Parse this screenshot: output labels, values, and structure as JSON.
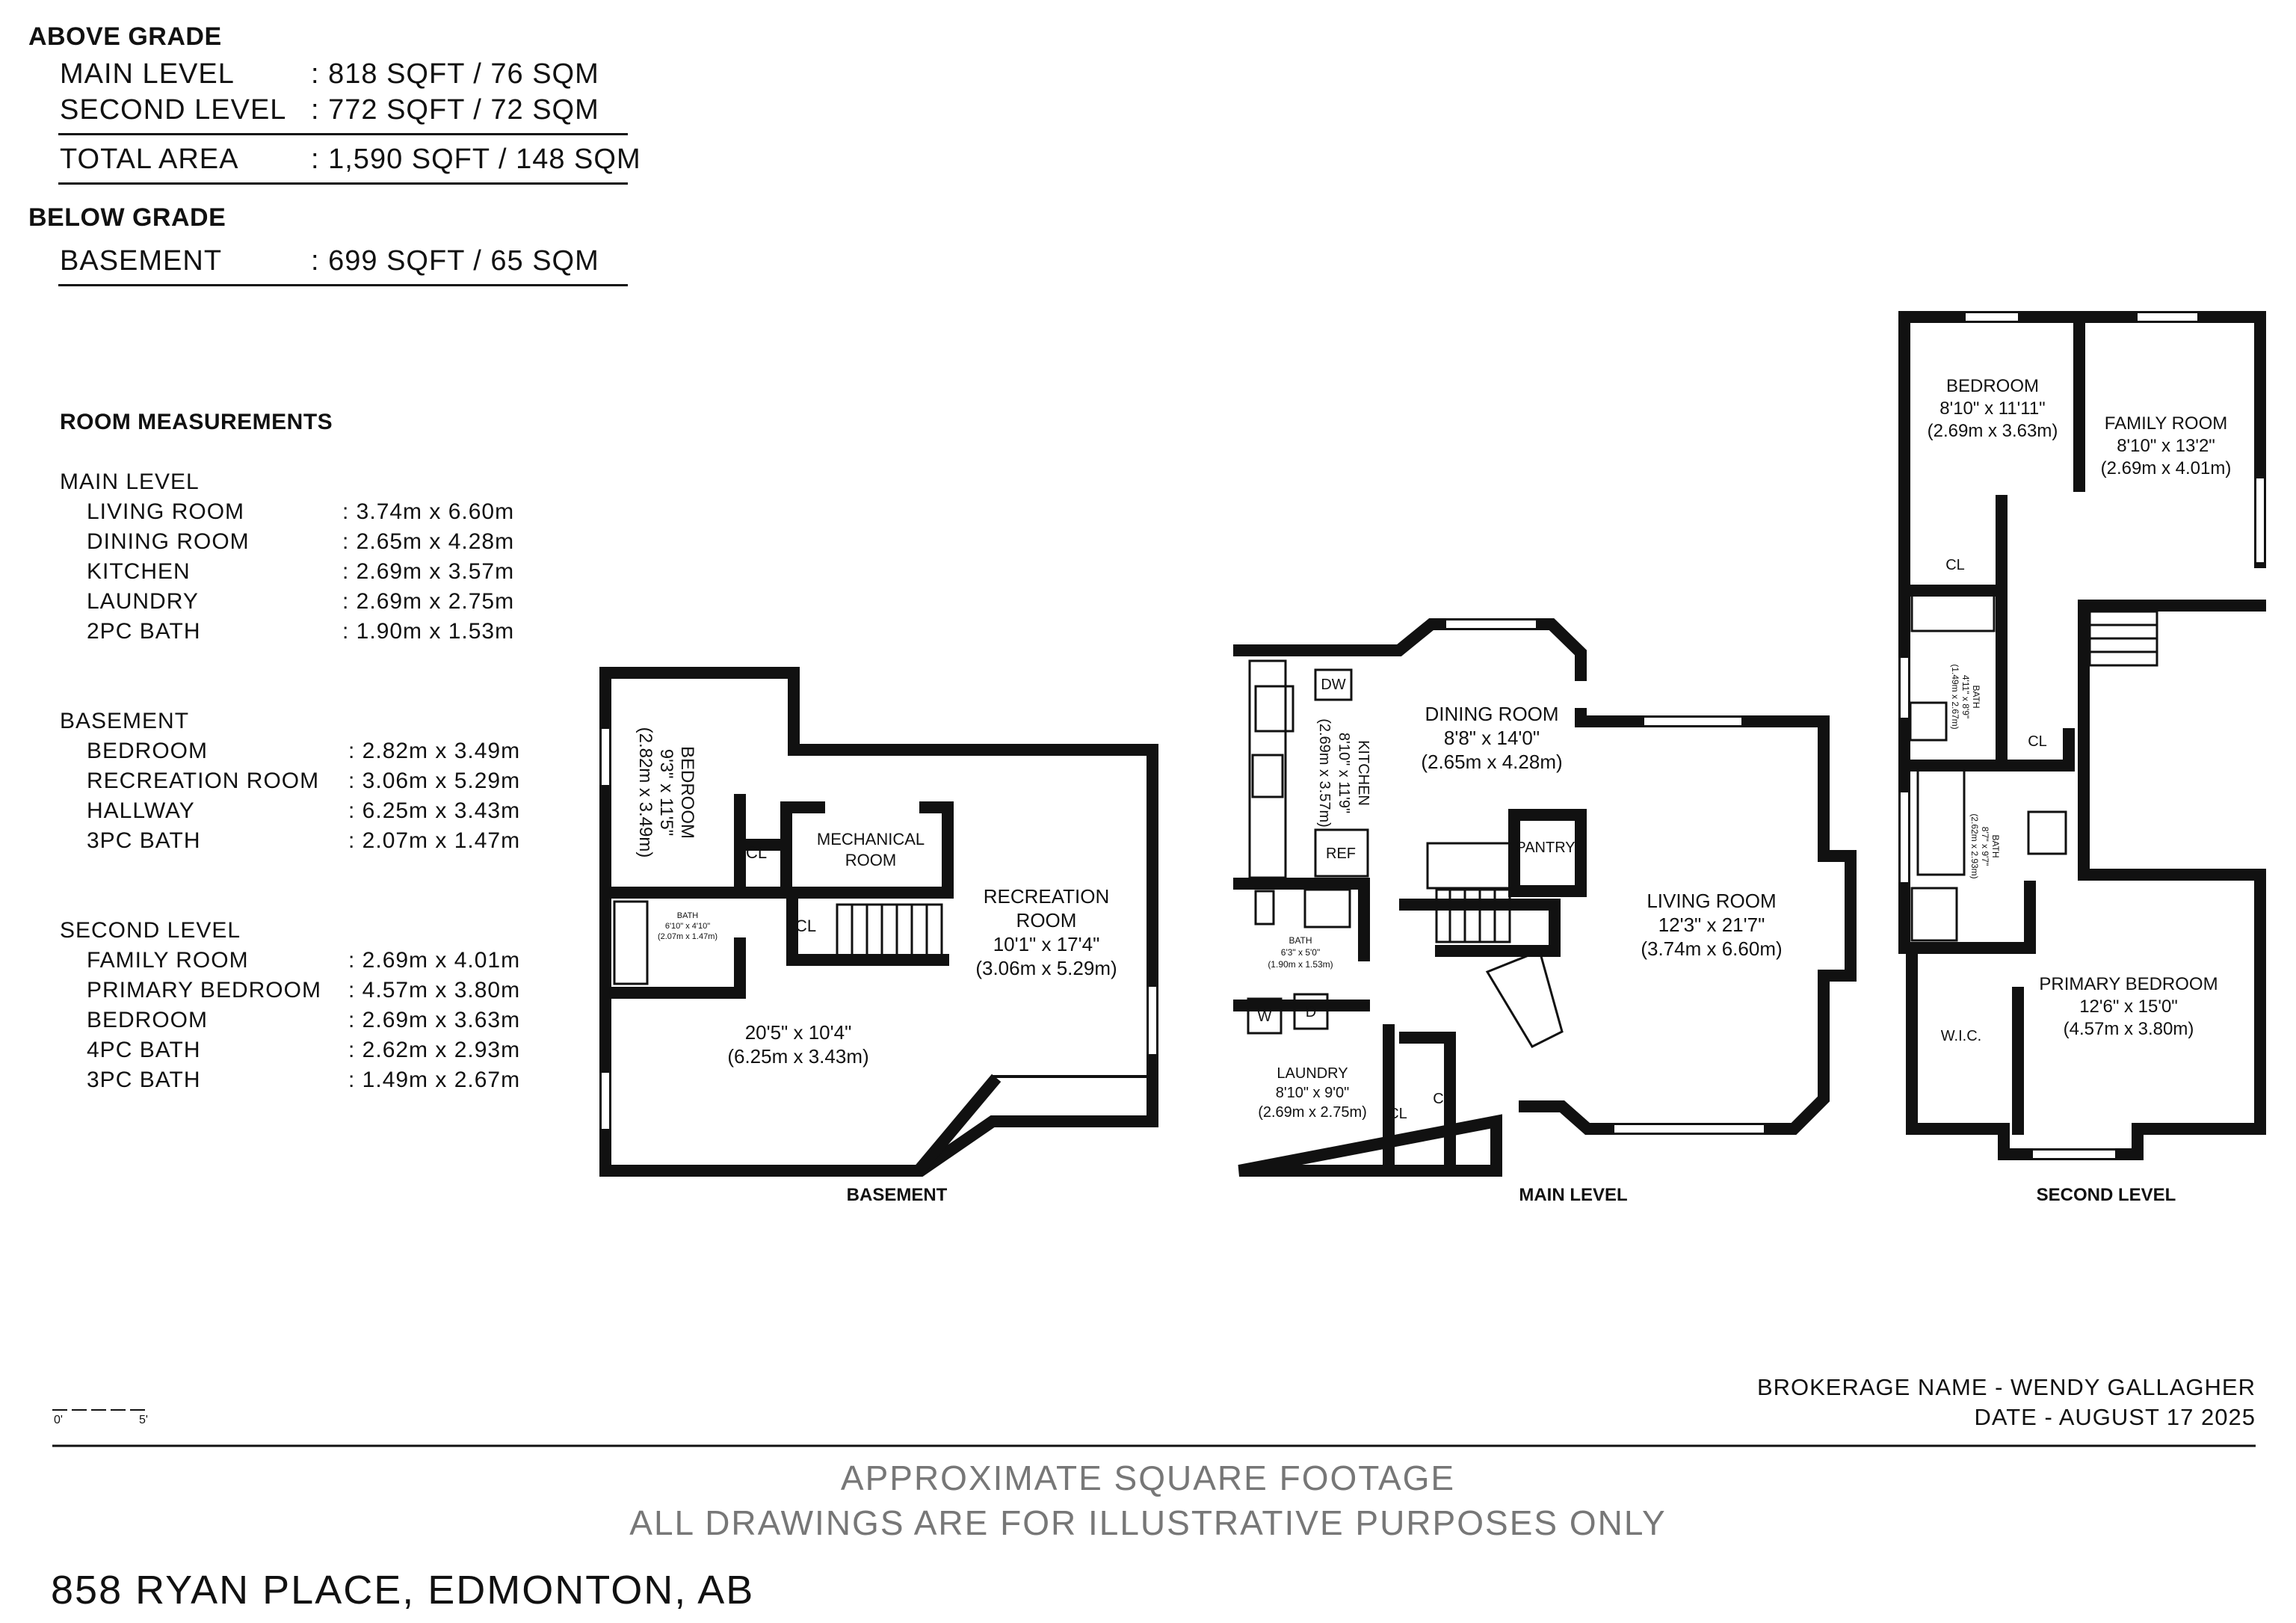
{
  "above_grade": {
    "heading": "ABOVE GRADE",
    "rows": [
      {
        "label": "MAIN LEVEL",
        "value": ": 818 SQFT / 76 SQM"
      },
      {
        "label": "SECOND LEVEL",
        "value": ": 772 SQFT / 72 SQM"
      }
    ],
    "total": {
      "label": "TOTAL AREA",
      "value": ": 1,590 SQFT / 148 SQM"
    }
  },
  "below_grade": {
    "heading": "BELOW GRADE",
    "rows": [
      {
        "label": "BASEMENT",
        "value": ": 699 SQFT / 65 SQM"
      }
    ]
  },
  "room_measurements": {
    "heading": "ROOM MEASUREMENTS",
    "groups": [
      {
        "level": "MAIN LEVEL",
        "rooms": [
          {
            "name": "LIVING ROOM",
            "size": ": 3.74m x 6.60m"
          },
          {
            "name": "DINING ROOM",
            "size": ": 2.65m x 4.28m"
          },
          {
            "name": "KITCHEN",
            "size": ": 2.69m x 3.57m"
          },
          {
            "name": "LAUNDRY",
            "size": ": 2.69m x 2.75m"
          },
          {
            "name": "2PC BATH",
            "size": ": 1.90m x 1.53m"
          }
        ]
      },
      {
        "level": "BASEMENT",
        "rooms": [
          {
            "name": "BEDROOM",
            "size": ": 2.82m x 3.49m"
          },
          {
            "name": "RECREATION ROOM",
            "size": ": 3.06m x 5.29m"
          },
          {
            "name": "HALLWAY",
            "size": ": 6.25m x 3.43m"
          },
          {
            "name": "3PC BATH",
            "size": ": 2.07m x 1.47m"
          }
        ]
      },
      {
        "level": "SECOND LEVEL",
        "rooms": [
          {
            "name": "FAMILY ROOM",
            "size": ": 2.69m x 4.01m"
          },
          {
            "name": "PRIMARY BEDROOM",
            "size": ": 4.57m x 3.80m"
          },
          {
            "name": "BEDROOM",
            "size": ": 2.69m x 3.63m"
          },
          {
            "name": "4PC BATH",
            "size": ": 2.62m x 2.93m"
          },
          {
            "name": "3PC BATH",
            "size": ": 1.49m x 2.67m"
          }
        ]
      }
    ]
  },
  "plans": {
    "basement": {
      "title": "BASEMENT",
      "bedroom": {
        "name": "BEDROOM",
        "dim": "9'3\" x 11'5\"",
        "metric": "(2.82m x 3.49m)"
      },
      "mechanical": {
        "name": "MECHANICAL",
        "name2": "ROOM"
      },
      "recreation": {
        "name": "RECREATION",
        "name2": "ROOM",
        "dim": "10'1\" x 17'4\"",
        "metric": "(3.06m x 5.29m)"
      },
      "hallway": {
        "dim": "20'5\" x 10'4\"",
        "metric": "(6.25m x 3.43m)"
      },
      "bath": {
        "name": "BATH",
        "dim": "6'10\" x 4'10\"",
        "metric": "(2.07m x 1.47m)"
      },
      "closets": [
        "CL",
        "CL"
      ]
    },
    "main": {
      "title": "MAIN LEVEL",
      "dining": {
        "name": "DINING ROOM",
        "dim": "8'8\" x 14'0\"",
        "metric": "(2.65m x 4.28m)"
      },
      "kitchen": {
        "name": "KITCHEN",
        "dim": "8'10\" x 11'9\"",
        "metric": "(2.69m x 3.57m)"
      },
      "living": {
        "name": "LIVING ROOM",
        "dim": "12'3\" x 21'7\"",
        "metric": "(3.74m x 6.60m)"
      },
      "laundry": {
        "name": "LAUNDRY",
        "dim": "8'10\" x 9'0\"",
        "metric": "(2.69m x 2.75m)"
      },
      "bath": {
        "name": "BATH",
        "dim": "6'3\" x 5'0\"",
        "metric": "(1.90m x 1.53m)"
      },
      "pantry": "PANTRY",
      "ref": "REF",
      "dw": "DW",
      "washer": "W",
      "dryer": "D",
      "closets": [
        "CL",
        "CL"
      ]
    },
    "second": {
      "title": "SECOND LEVEL",
      "bedroom": {
        "name": "BEDROOM",
        "dim": "8'10\" x 11'11\"",
        "metric": "(2.69m x 3.63m)"
      },
      "family": {
        "name": "FAMILY ROOM",
        "dim": "8'10\" x 13'2\"",
        "metric": "(2.69m x 4.01m)"
      },
      "primary": {
        "name": "PRIMARY BEDROOM",
        "dim": "12'6\" x 15'0\"",
        "metric": "(4.57m x 3.80m)"
      },
      "bath_upper": {
        "name": "BATH",
        "dim": "4'11\" x 8'9\"",
        "metric": "(1.49m x 2.67m)"
      },
      "bath_lower": {
        "name": "BATH",
        "dim": "8'7\" x 9'7\"",
        "metric": "(2.62m x 2.93m)"
      },
      "wic": "W.I.C.",
      "closets": [
        "CL",
        "CL"
      ]
    }
  },
  "scale": {
    "start": "0'",
    "end": "5'"
  },
  "brokerage": {
    "line1": "BROKERAGE NAME - WENDY GALLAGHER",
    "line2": "DATE - AUGUST 17 2025"
  },
  "footer": {
    "line1": "APPROXIMATE SQUARE FOOTAGE",
    "line2": "ALL DRAWINGS ARE FOR ILLUSTRATIVE PURPOSES ONLY"
  },
  "address": "858 RYAN PLACE, EDMONTON, AB"
}
